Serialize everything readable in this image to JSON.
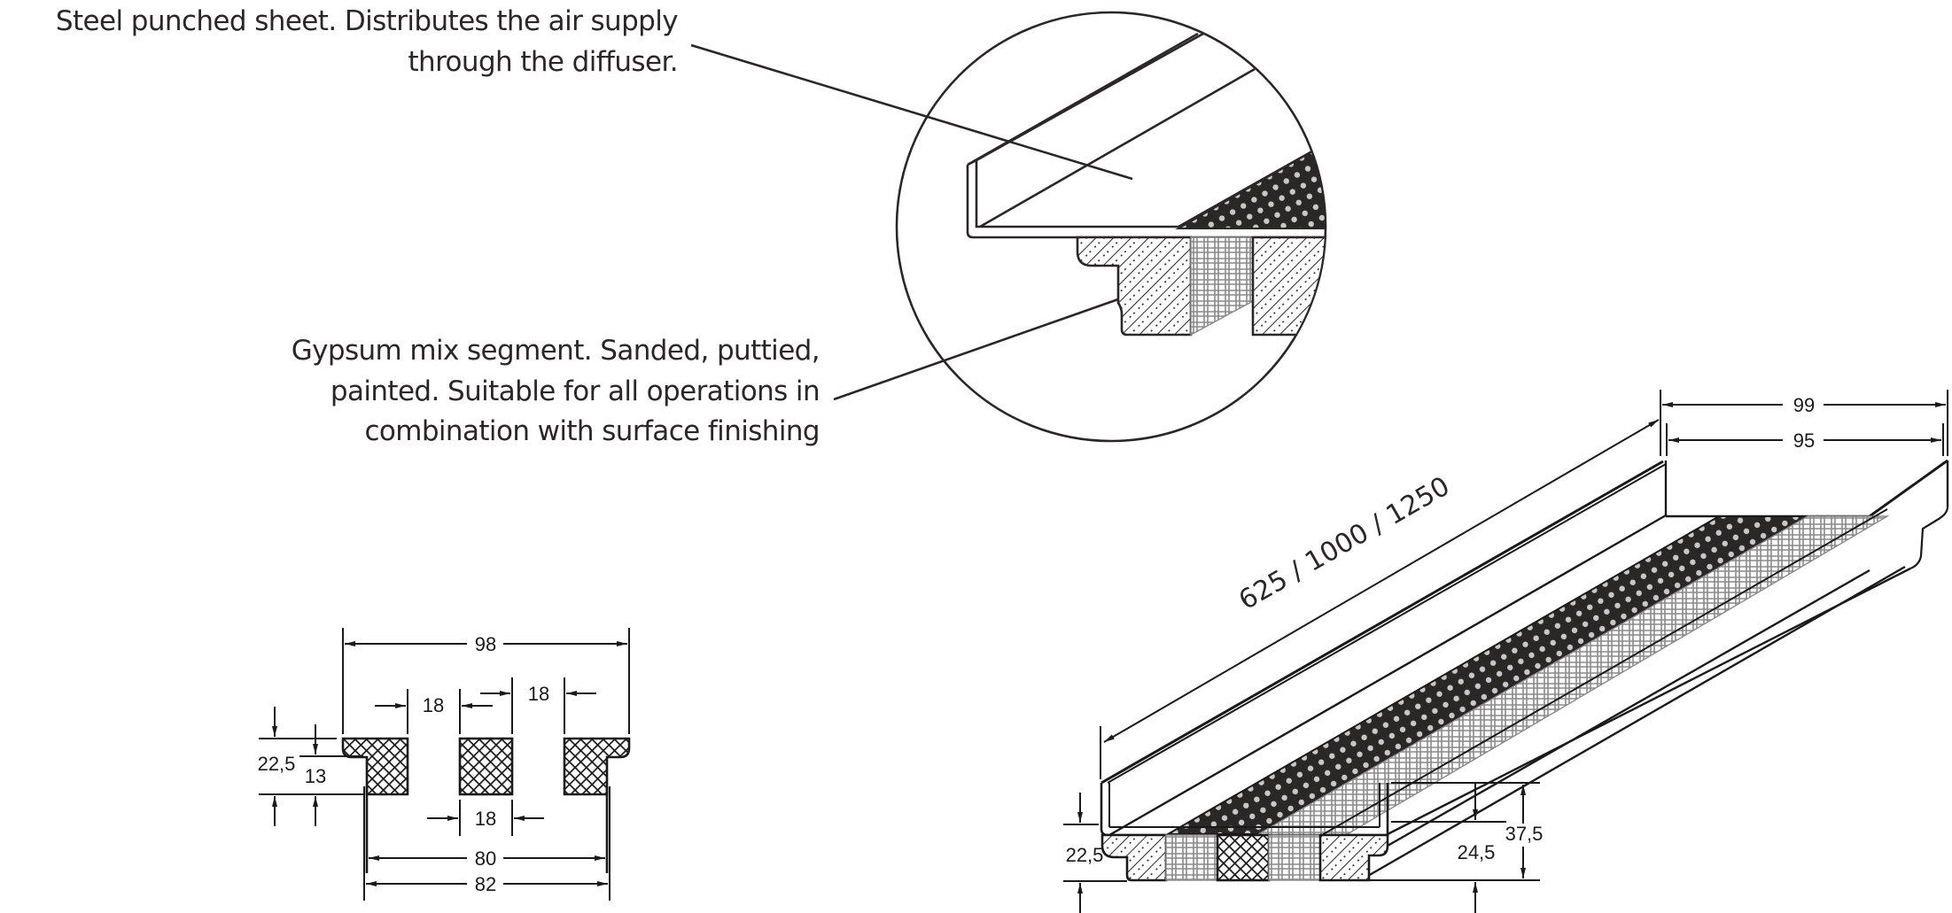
{
  "callouts": {
    "steel_sheet": {
      "line1": "Steel punched sheet. Distributes the air supply",
      "line2": "through the diffuser."
    },
    "gypsum_segment": {
      "line1": "Gypsum mix segment. Sanded, puttied,",
      "line2": "painted. Suitable for all operations in",
      "line3": "combination with surface finishing"
    }
  },
  "cross_section": {
    "overall_width": "98",
    "opening_left": "18",
    "opening_right": "18",
    "center_block_width": "18",
    "inner_width": "80",
    "outer_width": "82",
    "total_height": "22,5",
    "flange_height": "13"
  },
  "isometric": {
    "length": "625 / 1000 / 1250",
    "outer_width": "99",
    "inner_width": "95",
    "segment_height": "22,5",
    "channel_depth": "24,5",
    "total_height": "37,5"
  },
  "colors": {
    "line": "#2a2727",
    "ink": "#1a1a1a",
    "mesh_gray": "#8a8a8a",
    "background": "#ffffff"
  }
}
